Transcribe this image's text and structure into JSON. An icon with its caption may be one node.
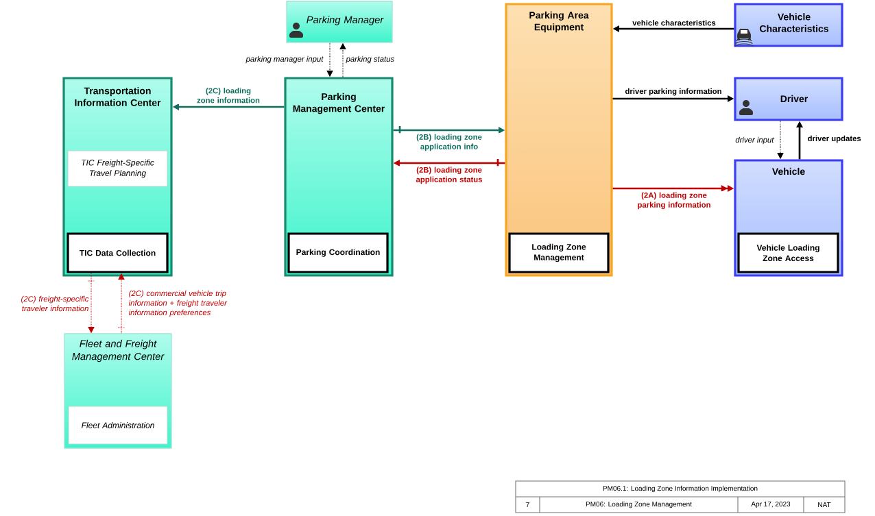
{
  "diagram": {
    "nodes": [
      {
        "text": [
          "Parking Manager"
        ]
      },
      {
        "text": [
          "Transportation Information Center"
        ]
      },
      {
        "text": [
          "TIC Freight-Specific Travel Planning"
        ],
        "in": 1
      },
      {
        "text": [
          "TIC Data Collection"
        ],
        "in": 1
      },
      {
        "text": [
          "Parking Management Center"
        ]
      },
      {
        "text": [
          "Parking Coordination"
        ],
        "in": 4
      },
      {
        "text": [
          "Parking Area Equipment"
        ]
      },
      {
        "text": [
          "Loading Zone Management"
        ],
        "in": 6
      },
      {
        "text": [
          "Vehicle Characteristics"
        ]
      },
      {
        "text": [
          "Driver"
        ]
      },
      {
        "text": [
          "Vehicle"
        ]
      },
      {
        "text": [
          "Vehicle Loading Zone Access"
        ],
        "in": 10
      },
      {
        "text": [
          "Fleet and Freight Management Center"
        ]
      },
      {
        "text": [
          "Fleet Administration"
        ],
        "in": 12
      }
    ],
    "edges": [
      {
        "from": 0,
        "to": 4,
        "arrow": "to",
        "label": "parking manager input",
        "style": "dashed"
      },
      {
        "from": 4,
        "to": 0,
        "arrow": "to",
        "label": "parking status",
        "style": "dashed"
      },
      {
        "from": 4,
        "to": 1,
        "arrow": "to",
        "label": "(2C) loading zone information",
        "color": "#0f6e5e"
      },
      {
        "from": 4,
        "to": 6,
        "arrow": "to",
        "label": "(2B) loading zone application info",
        "color": "#0f6e5e"
      },
      {
        "from": 6,
        "to": 4,
        "arrow": "to",
        "label": "(2B) loading zone application status",
        "color": "#c00000"
      },
      {
        "from": 8,
        "to": 6,
        "arrow": "to",
        "label": "vehicle characteristics"
      },
      {
        "from": 6,
        "to": 9,
        "arrow": "to",
        "label": "driver parking information"
      },
      {
        "from": 9,
        "to": 10,
        "arrow": "to",
        "label": "driver input",
        "style": "dashed"
      },
      {
        "from": 10,
        "to": 9,
        "arrow": "to",
        "label": "driver updates"
      },
      {
        "from": 6,
        "to": 10,
        "arrow": "to",
        "label": "(2A) loading zone parking information",
        "color": "#c00000"
      },
      {
        "from": 3,
        "to": 12,
        "arrow": "to",
        "label": "(2C) freight-specific traveler information",
        "style": "dashed",
        "color": "#c00000"
      },
      {
        "from": 12,
        "to": 3,
        "arrow": "to",
        "label": "(2C) commercial vehicle trip information + freight traveler information preferences",
        "style": "dashed",
        "color": "#c00000"
      }
    ],
    "labels": [
      "PM06.1: Loading Zone Information Implementation",
      "7",
      "PM06: Loading Zone Management",
      "Apr 17, 2023",
      "NAT"
    ]
  }
}
